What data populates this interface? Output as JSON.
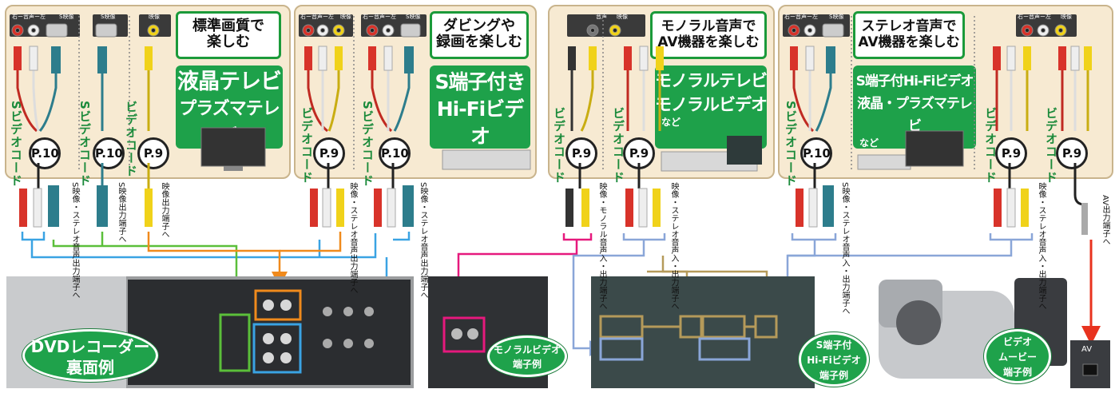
{
  "jack_labels": {
    "stereo": "右ー音声ー左",
    "svideo": "S映像",
    "video": "映像",
    "audio": "音声"
  },
  "panels": [
    {
      "title": "標準画質で\n楽しむ",
      "device_lines": [
        "液晶テレビ",
        "プラズマテレビ"
      ],
      "device_note": "",
      "cables": [
        "Sビデオコード",
        "Sビデオコード",
        "ビデオコード"
      ],
      "pages": [
        "P.10",
        "P.10",
        "P.9"
      ]
    },
    {
      "title": "ダビングや\n録画を楽しむ",
      "device_lines": [
        "S端子付き",
        "Hi-Fiビデオ"
      ],
      "device_note": "",
      "cables": [
        "ビデオコード",
        "Sビデオコード"
      ],
      "pages": [
        "P.9",
        "P.10"
      ]
    },
    {
      "title": "モノラル音声で\nAV機器を楽しむ",
      "device_lines": [
        "モノラルテレビ",
        "モノラルビデオ"
      ],
      "device_note": "など",
      "cables": [
        "ビデオコード",
        "ビデオコード"
      ],
      "pages": [
        "P.9",
        "P.9"
      ]
    },
    {
      "title": "ステレオ音声で\nAV機器を楽しむ",
      "device_lines": [
        "S端子付Hi-Fiビデオ",
        "液晶・プラズマテレビ"
      ],
      "device_note": "など",
      "cables": [
        "Sビデオコード",
        "ビデオコード",
        "ビデオコード"
      ],
      "pages": [
        "P.10",
        "P.9",
        "P.9"
      ]
    }
  ],
  "connector_notes": [
    "S映像・ステレオ音声出力端子へ",
    "S映像出力端子へ",
    "映像出力端子へ",
    "映像・ステレオ音声出力端子へ",
    "S映像・ステレオ音声出力端子へ",
    "映像・モノラル音声入・出力端子へ",
    "映像・ステレオ音声入・出力端子へ",
    "S映像・ステレオ音声入・出力端子へ",
    "映像・ステレオ音声入・出力端子へ",
    "AV出力端子へ"
  ],
  "callouts": {
    "dvd": [
      "DVDレコーダー",
      "裏面例"
    ],
    "mono": [
      "モノラルビデオ",
      "端子例"
    ],
    "svhs": [
      "S端子付",
      "Hi-Fiビデオ",
      "端子例"
    ],
    "movie": [
      "ビデオ",
      "ムービー",
      "端子例"
    ]
  },
  "av_label": "AV",
  "colors": {
    "panel_bg": "#f7ead2",
    "green": "#1ea14a",
    "blue": "#3aa3e3",
    "orange": "#f08a1c",
    "green_line": "#5bbf3a",
    "magenta": "#e6197d",
    "khaki": "#b59a5a",
    "periwinkle": "#8aa6d8",
    "red": "#e8331f"
  }
}
